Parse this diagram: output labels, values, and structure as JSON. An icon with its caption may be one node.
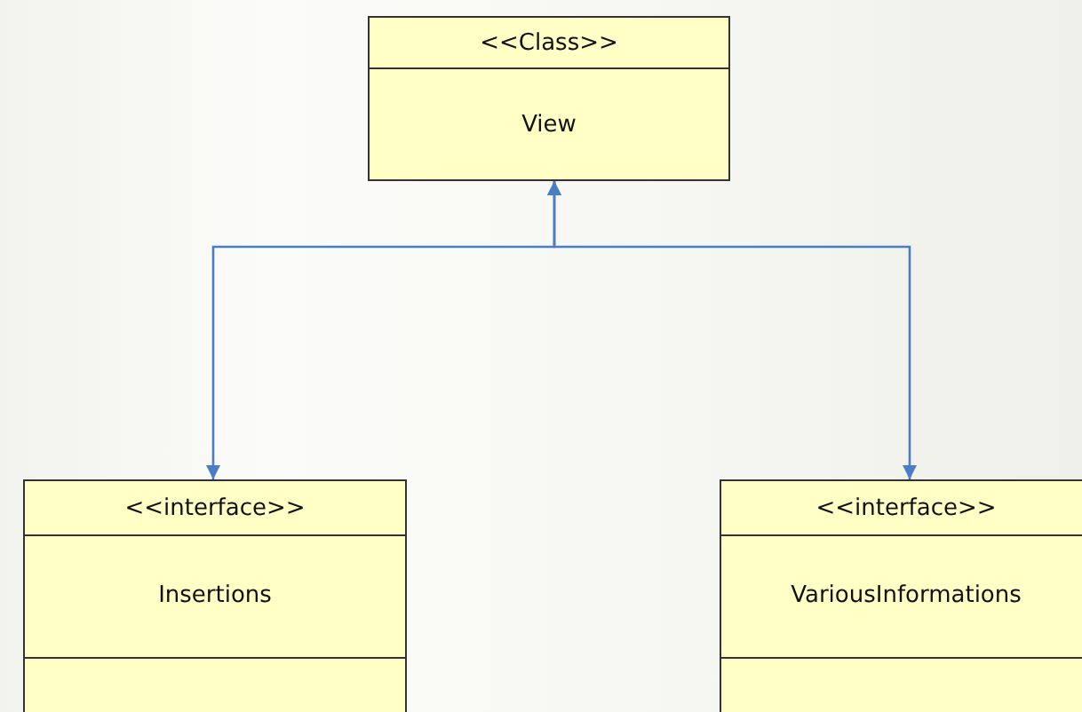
{
  "diagram": {
    "nodes": [
      {
        "text": [
          "<<Class>>",
          "View"
        ]
      },
      {
        "text": [
          "<<interface>>",
          "Insertions"
        ]
      },
      {
        "text": [
          "<<interface>>",
          "VariousInformations"
        ]
      }
    ],
    "edges": [
      {
        "from": 0,
        "to": 1,
        "arrow": "both"
      },
      {
        "from": 0,
        "to": 2,
        "arrow": "both"
      }
    ]
  }
}
